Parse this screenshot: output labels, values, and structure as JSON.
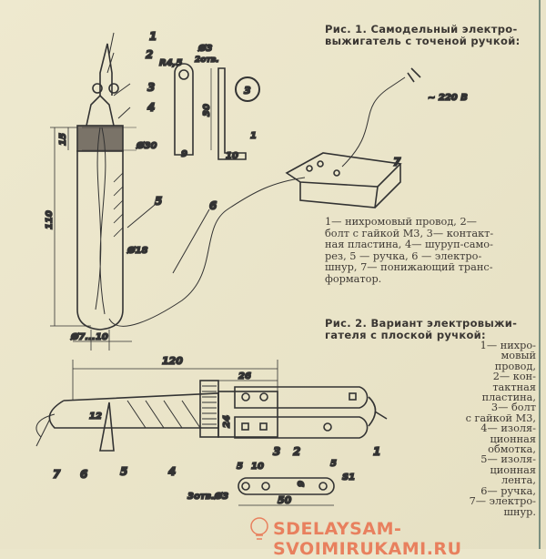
{
  "fig1": {
    "caption_line1": "Рис. 1. Самодельный электро-",
    "caption_line2": "выжигатель с точеной ручкой:",
    "legend": [
      "1— нихромовый провод, 2—",
      "болт с гайкой М3, 3— контакт-",
      "ная пластина, 4— шуруп-само-",
      "рез, 5 — ручка, 6 — электро-",
      "шнур, 7— понижающий транс-",
      "форматор."
    ],
    "labels": {
      "n1": "1",
      "n2": "2",
      "n3": "3",
      "n4": "4",
      "n5": "5",
      "n6": "6",
      "n7": "7",
      "d15": "15",
      "d110": "110",
      "d30": "Ø30",
      "d18": "Ø18",
      "d7": "Ø7...10",
      "r45": "R4,5",
      "d3": "Ø3",
      "holes": "2отв.",
      "d30len": "30",
      "d9": "9",
      "d10": "10",
      "d1": "1",
      "detail": "3",
      "voltage": "~ 220 В"
    }
  },
  "fig2": {
    "caption_line1": "Рис. 2. Вариант электровыжи-",
    "caption_line2": "гателя с плоской ручкой:",
    "legend": [
      "1— нихро-",
      "мовый",
      "провод,",
      "2— кон-",
      "тактная",
      "пластина,",
      "3— болт",
      "с гайкой М3,",
      "4— изоля-",
      "ционная",
      "обмотка,",
      "5— изоля-",
      "ционная",
      "лента,",
      "6— ручка,",
      "7— электро-",
      "шнур."
    ],
    "labels": {
      "d120": "120",
      "d26": "26",
      "d24": "24",
      "d12": "12",
      "n1": "1",
      "n2": "2",
      "n3": "3",
      "n4": "4",
      "n5": "5",
      "n6": "6",
      "n7": "7",
      "d5a": "5",
      "d10": "10",
      "d5b": "5",
      "s1": "S1",
      "d9": "9",
      "d50": "50",
      "holes": "3отв.Ø3"
    }
  },
  "watermark": "SDELAYSAM-SVOIMIRUKAMI.RU",
  "colors": {
    "paper": "#ebe6cb",
    "ink": "#333333",
    "watermark": "#e8805e"
  }
}
